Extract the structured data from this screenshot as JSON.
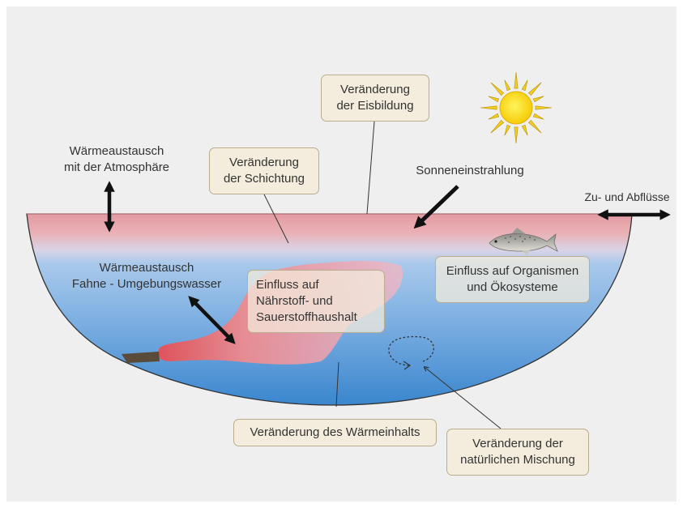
{
  "labels": {
    "heat_exchange_atmosphere": [
      "Wärmeaustausch",
      "mit der Atmosphäre"
    ],
    "heat_exchange_plume": [
      "Wärmeaustausch",
      "Fahne - Umgebungswasser"
    ],
    "solar_radiation": "Sonneneinstrahlung",
    "inflow_outflow": "Zu- und Abflüsse"
  },
  "boxes": {
    "ice_formation": [
      "Veränderung",
      "der Eisbildung"
    ],
    "stratification": [
      "Veränderung",
      "der Schichtung"
    ],
    "nutrient_oxygen": [
      "Einfluss auf",
      "Nährstoff- und",
      "Sauerstoffhaushalt"
    ],
    "organisms": [
      "Einfluss auf Organismen",
      "und Ökosysteme"
    ],
    "heat_content": "Veränderung des Wärmeinhalts",
    "natural_mixing": [
      "Veränderung der",
      "natürlichen Mischung"
    ]
  },
  "icons": {
    "sun": "sun-icon",
    "fish": "fish-icon",
    "mixing": "circular-arrow-icon",
    "pipe": "discharge-pipe-icon"
  },
  "colors": {
    "background": "#efefef",
    "surface_warm": "#e8a6ac",
    "water_cold": "#3f8bd0",
    "plume": "#e0585a",
    "sun": "#ffd400",
    "box_fill": "#f4eddd",
    "box_border": "#b9ad8d"
  }
}
